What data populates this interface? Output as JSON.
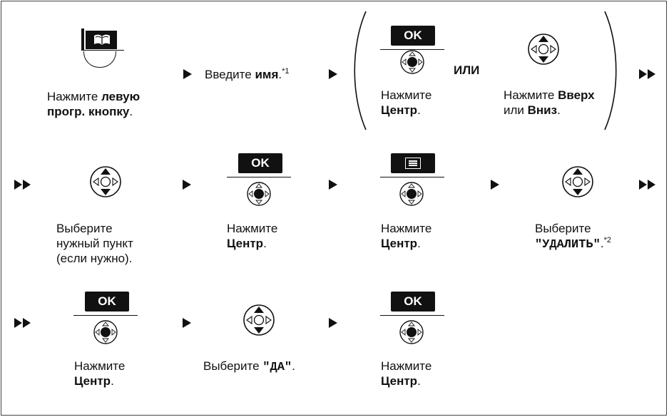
{
  "colors": {
    "ink": "#111111",
    "background": "#ffffff",
    "frame": "#444444"
  },
  "icons": {
    "phonebook": "phonebook-soft-key-icon",
    "ok_key": "ok-key-icon",
    "menu_key": "menu-soft-key-icon",
    "nav_up_down": "navigator-up-down-icon",
    "nav_center": "navigator-center-icon",
    "arrow": "arrow-right-icon",
    "double_arrow": "double-arrow-right-icon"
  },
  "row1": {
    "step1": {
      "prefix": "Нажмите ",
      "bold1": "левую",
      "bold2": "прогр. кнопку",
      "suffix": "."
    },
    "step2": {
      "prefix": "Введите ",
      "bold": "имя",
      "suffix": ".",
      "note": "*1"
    },
    "ok_label": "OK",
    "center": {
      "prefix": "Нажмите",
      "bold": "Центр",
      "suffix": "."
    },
    "or_label": "ИЛИ",
    "updown": {
      "prefix": "Нажмите ",
      "bold1": "Вверх",
      "mid": "или ",
      "bold2": "Вниз",
      "suffix": "."
    }
  },
  "row2": {
    "select": {
      "line1": "Выберите",
      "line2": "нужный пункт",
      "line3": "(если нужно)."
    },
    "ok_label": "OK",
    "center1": {
      "prefix": "Нажмите",
      "bold": "Центр",
      "suffix": "."
    },
    "center2": {
      "prefix": "Нажмите",
      "bold": "Центр",
      "suffix": "."
    },
    "delete": {
      "prefix": "Выберите",
      "value": "\"УДАЛИТЬ\"",
      "suffix": ".",
      "note": "*2"
    }
  },
  "row3": {
    "ok_label": "OK",
    "center1": {
      "prefix": "Нажмите",
      "bold": "Центр",
      "suffix": "."
    },
    "yes": {
      "prefix": "Выберите ",
      "value": "\"ДА\"",
      "suffix": "."
    },
    "center2": {
      "prefix": "Нажмите",
      "bold": "Центр",
      "suffix": "."
    }
  }
}
